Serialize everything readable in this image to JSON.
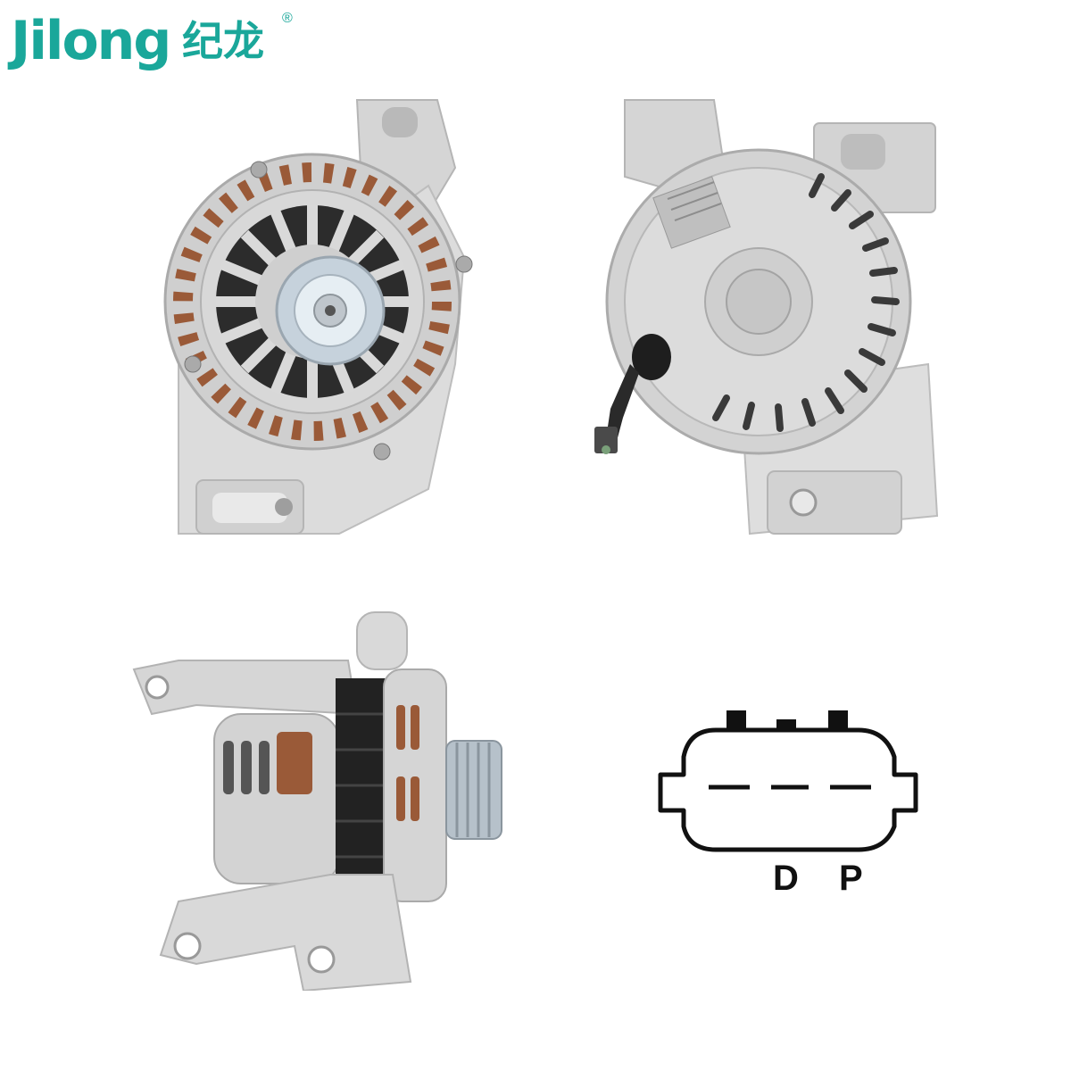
{
  "brand": {
    "name_latin": "Jilong",
    "name_cjk": "纪龙",
    "registered": "®",
    "color": "#1aa79a"
  },
  "images": {
    "front": "alternator-front-view",
    "rear": "alternator-rear-view",
    "side": "alternator-side-view"
  },
  "connector": {
    "pins": [
      "D",
      "P"
    ]
  }
}
